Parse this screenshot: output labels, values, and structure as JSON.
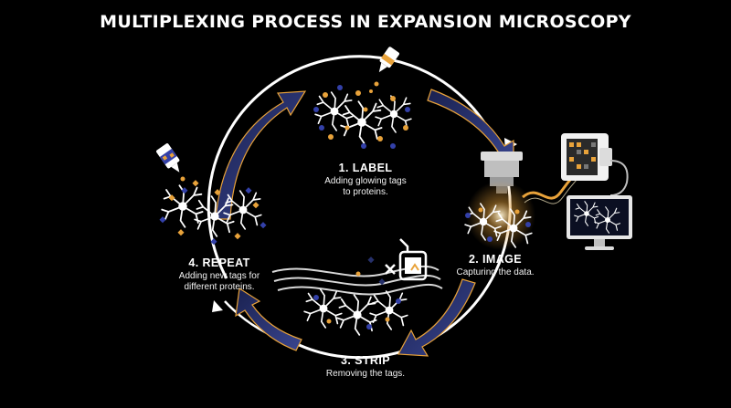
{
  "title": "MULTIPLEXING PROCESS IN EXPANSION MICROSCOPY",
  "steps": {
    "label": {
      "heading": "1. LABEL",
      "desc_line1": "Adding glowing tags",
      "desc_line2": "to proteins."
    },
    "image": {
      "heading": "2. IMAGE",
      "desc_line1": "Capturing the data."
    },
    "strip": {
      "heading": "3. STRIP",
      "desc_line1": "Removing the tags."
    },
    "repeat": {
      "heading": "4. REPEAT",
      "desc_line1": "Adding new tags for",
      "desc_line2": "different proteins."
    }
  },
  "colors": {
    "background": "#000000",
    "accent_orange": "#e8a23a",
    "tag_blue": "#3340a8",
    "arrow_navy": "#26306a",
    "neuron_white": "#ffffff"
  },
  "icons": [
    "dropper-icon",
    "microscope-icon",
    "camera-icon",
    "monitor-icon",
    "wash-bottle-icon",
    "neuron-icon"
  ]
}
